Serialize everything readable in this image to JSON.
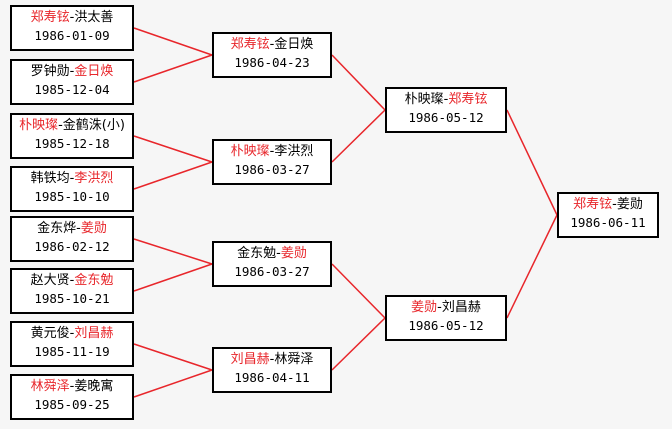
{
  "colors": {
    "winner": "#e8262b",
    "connector": "#e8262b",
    "border": "#000000"
  },
  "bracket": {
    "round1": [
      {
        "p1": "郑寿铉",
        "p2": "洪太善",
        "winner": 1,
        "date": "1986-01-09"
      },
      {
        "p1": "罗钟勋",
        "p2": "金日焕",
        "winner": 2,
        "date": "1985-12-04"
      },
      {
        "p1": "朴映璨",
        "p2": "金鹤洙(小)",
        "winner": 1,
        "date": "1985-12-18"
      },
      {
        "p1": "韩铁均",
        "p2": "李洪烈",
        "winner": 2,
        "date": "1985-10-10"
      },
      {
        "p1": "金东烨",
        "p2": "姜勋",
        "winner": 2,
        "date": "1986-02-12"
      },
      {
        "p1": "赵大贤",
        "p2": "金东勉",
        "winner": 2,
        "date": "1985-10-21"
      },
      {
        "p1": "黄元俊",
        "p2": "刘昌赫",
        "winner": 2,
        "date": "1985-11-19"
      },
      {
        "p1": "林舜泽",
        "p2": "姜晚寓",
        "winner": 1,
        "date": "1985-09-25"
      }
    ],
    "round2": [
      {
        "p1": "郑寿铉",
        "p2": "金日焕",
        "winner": 1,
        "date": "1986-04-23"
      },
      {
        "p1": "朴映璨",
        "p2": "李洪烈",
        "winner": 1,
        "date": "1986-03-27"
      },
      {
        "p1": "金东勉",
        "p2": "姜勋",
        "winner": 2,
        "date": "1986-03-27"
      },
      {
        "p1": "刘昌赫",
        "p2": "林舜泽",
        "winner": 1,
        "date": "1986-04-11"
      }
    ],
    "round3": [
      {
        "p1": "朴映璨",
        "p2": "郑寿铉",
        "winner": 2,
        "date": "1986-05-12"
      },
      {
        "p1": "姜勋",
        "p2": "刘昌赫",
        "winner": 1,
        "date": "1986-05-12"
      }
    ],
    "final": [
      {
        "p1": "郑寿铉",
        "p2": "姜勋",
        "winner": 1,
        "date": "1986-06-11"
      }
    ]
  }
}
